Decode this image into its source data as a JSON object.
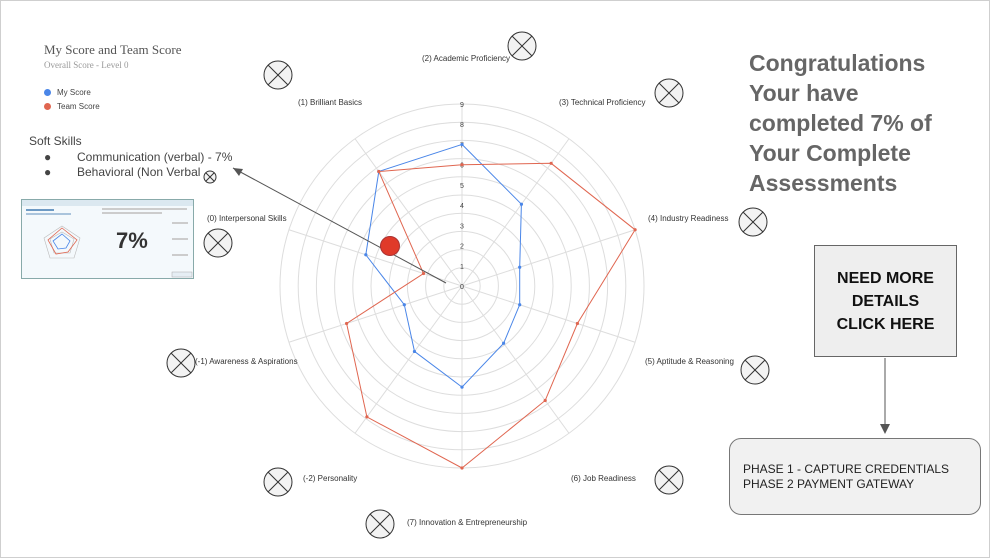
{
  "chart_data": {
    "type": "radar",
    "title": "My Score and Team Score",
    "subtitle": "Overall Score - Level 0",
    "range": [
      0,
      9
    ],
    "tick_labels": [
      "0",
      "1",
      "2",
      "3",
      "4",
      "5",
      "6",
      "7",
      "8",
      "9"
    ],
    "axes": [
      "(2) Academic Proficiency",
      "(3) Technical Proficiency",
      "(4) Industry Readiness",
      "(5) Aptitude & Reasoning",
      "(6) Job Readiness",
      "(7) Innovation & Entrepreneurship",
      "(-2) Personality",
      "(-1) Awareness & Aspirations",
      "(0) Interpersonal Skills",
      "(1) Brilliant Basics"
    ],
    "series": [
      {
        "name": "My Score",
        "color": "#4a86e8",
        "values": [
          7,
          5,
          3,
          3,
          3.5,
          5,
          4,
          3,
          5,
          7
        ]
      },
      {
        "name": "Team Score",
        "color": "#e06650",
        "values": [
          6,
          7.5,
          9,
          6,
          7,
          9,
          8,
          6,
          2,
          7
        ]
      }
    ]
  },
  "soft_skills": {
    "title": "Soft Skills",
    "bullet": "●",
    "items": [
      "Communication (verbal) - 7%",
      "Behavioral (Non Verbal"
    ]
  },
  "thumbnail": {
    "percent": "7%"
  },
  "congrats_text": "Congratulations Your have completed 7% of Your Complete Assessments",
  "cta": {
    "label": "NEED MORE\nDETAILS\nCLICK HERE"
  },
  "phases": [
    "PHASE 1 - CAPTURE CREDENTIALS",
    "PHASE 2 PAYMENT GATEWAY"
  ],
  "colors": {
    "marker": "#e03a2a",
    "grid": "#dddddd"
  },
  "placeholder_icon": "crossed-circle-icon"
}
